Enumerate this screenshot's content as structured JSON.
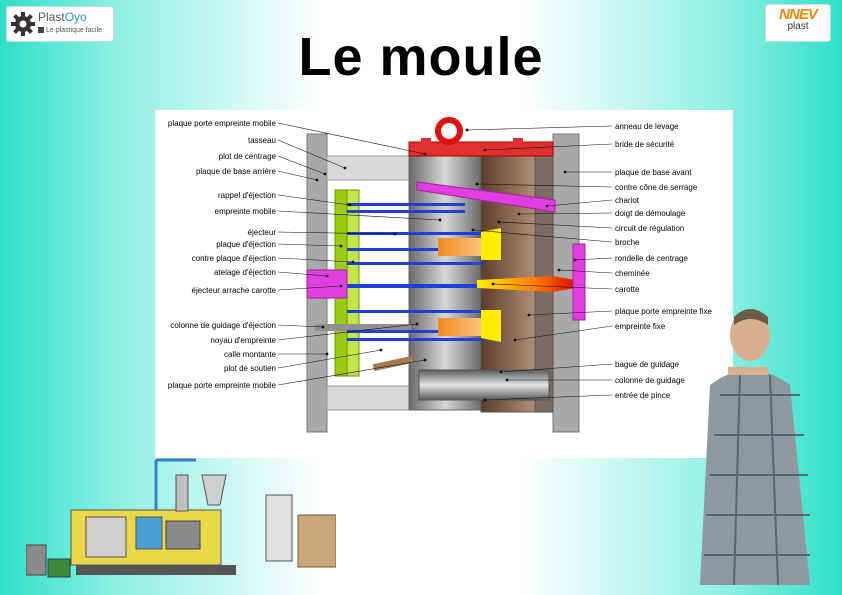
{
  "header": {
    "logo_left_brand_a": "Plast",
    "logo_left_brand_b": "Oyo",
    "logo_left_tagline": "Le plastique facile",
    "logo_right_word": "NNEV",
    "logo_right_sub": "plast",
    "title": "Le moule"
  },
  "diagram": {
    "left_labels": [
      "plaque porte empreinte mobile",
      "tasseau",
      "plot de centrage",
      "plaque de base arrière",
      "rappel d'éjection",
      "empreinte mobile",
      "éjecteur",
      "plaque d'éjection",
      "contre plaque d'éjection",
      "atelage d'éjection",
      "éjecteur arrache carotte",
      "colonne de guidage d'éjection",
      "noyau d'empreinte",
      "calle montante",
      "plot de soutien",
      "plaque porte empreinte mobile"
    ],
    "right_labels": [
      "anneau de levage",
      "bride de sécurité",
      "plaque de base avant",
      "contre cône de serrage",
      "chariot",
      "doigt de démoulage",
      "circuit de régulation",
      "broche",
      "rondelle de centrage",
      "cheminée",
      "carotte",
      "plaque porte empreinte fixe",
      "empreinte fixe",
      "bague de guidage",
      "colonne de guidage",
      "entrée de pince"
    ]
  },
  "colors": {
    "ejector_green": "#9ccc12",
    "pin_blue": "#1f3fd6",
    "slider_magenta": "#e040e0",
    "part_orange": "#f5a040",
    "sprue_yellow": "#ffee00",
    "plate_gray": "#a8a8a8",
    "dark_gray": "#555555",
    "ring_red": "#e01010"
  }
}
